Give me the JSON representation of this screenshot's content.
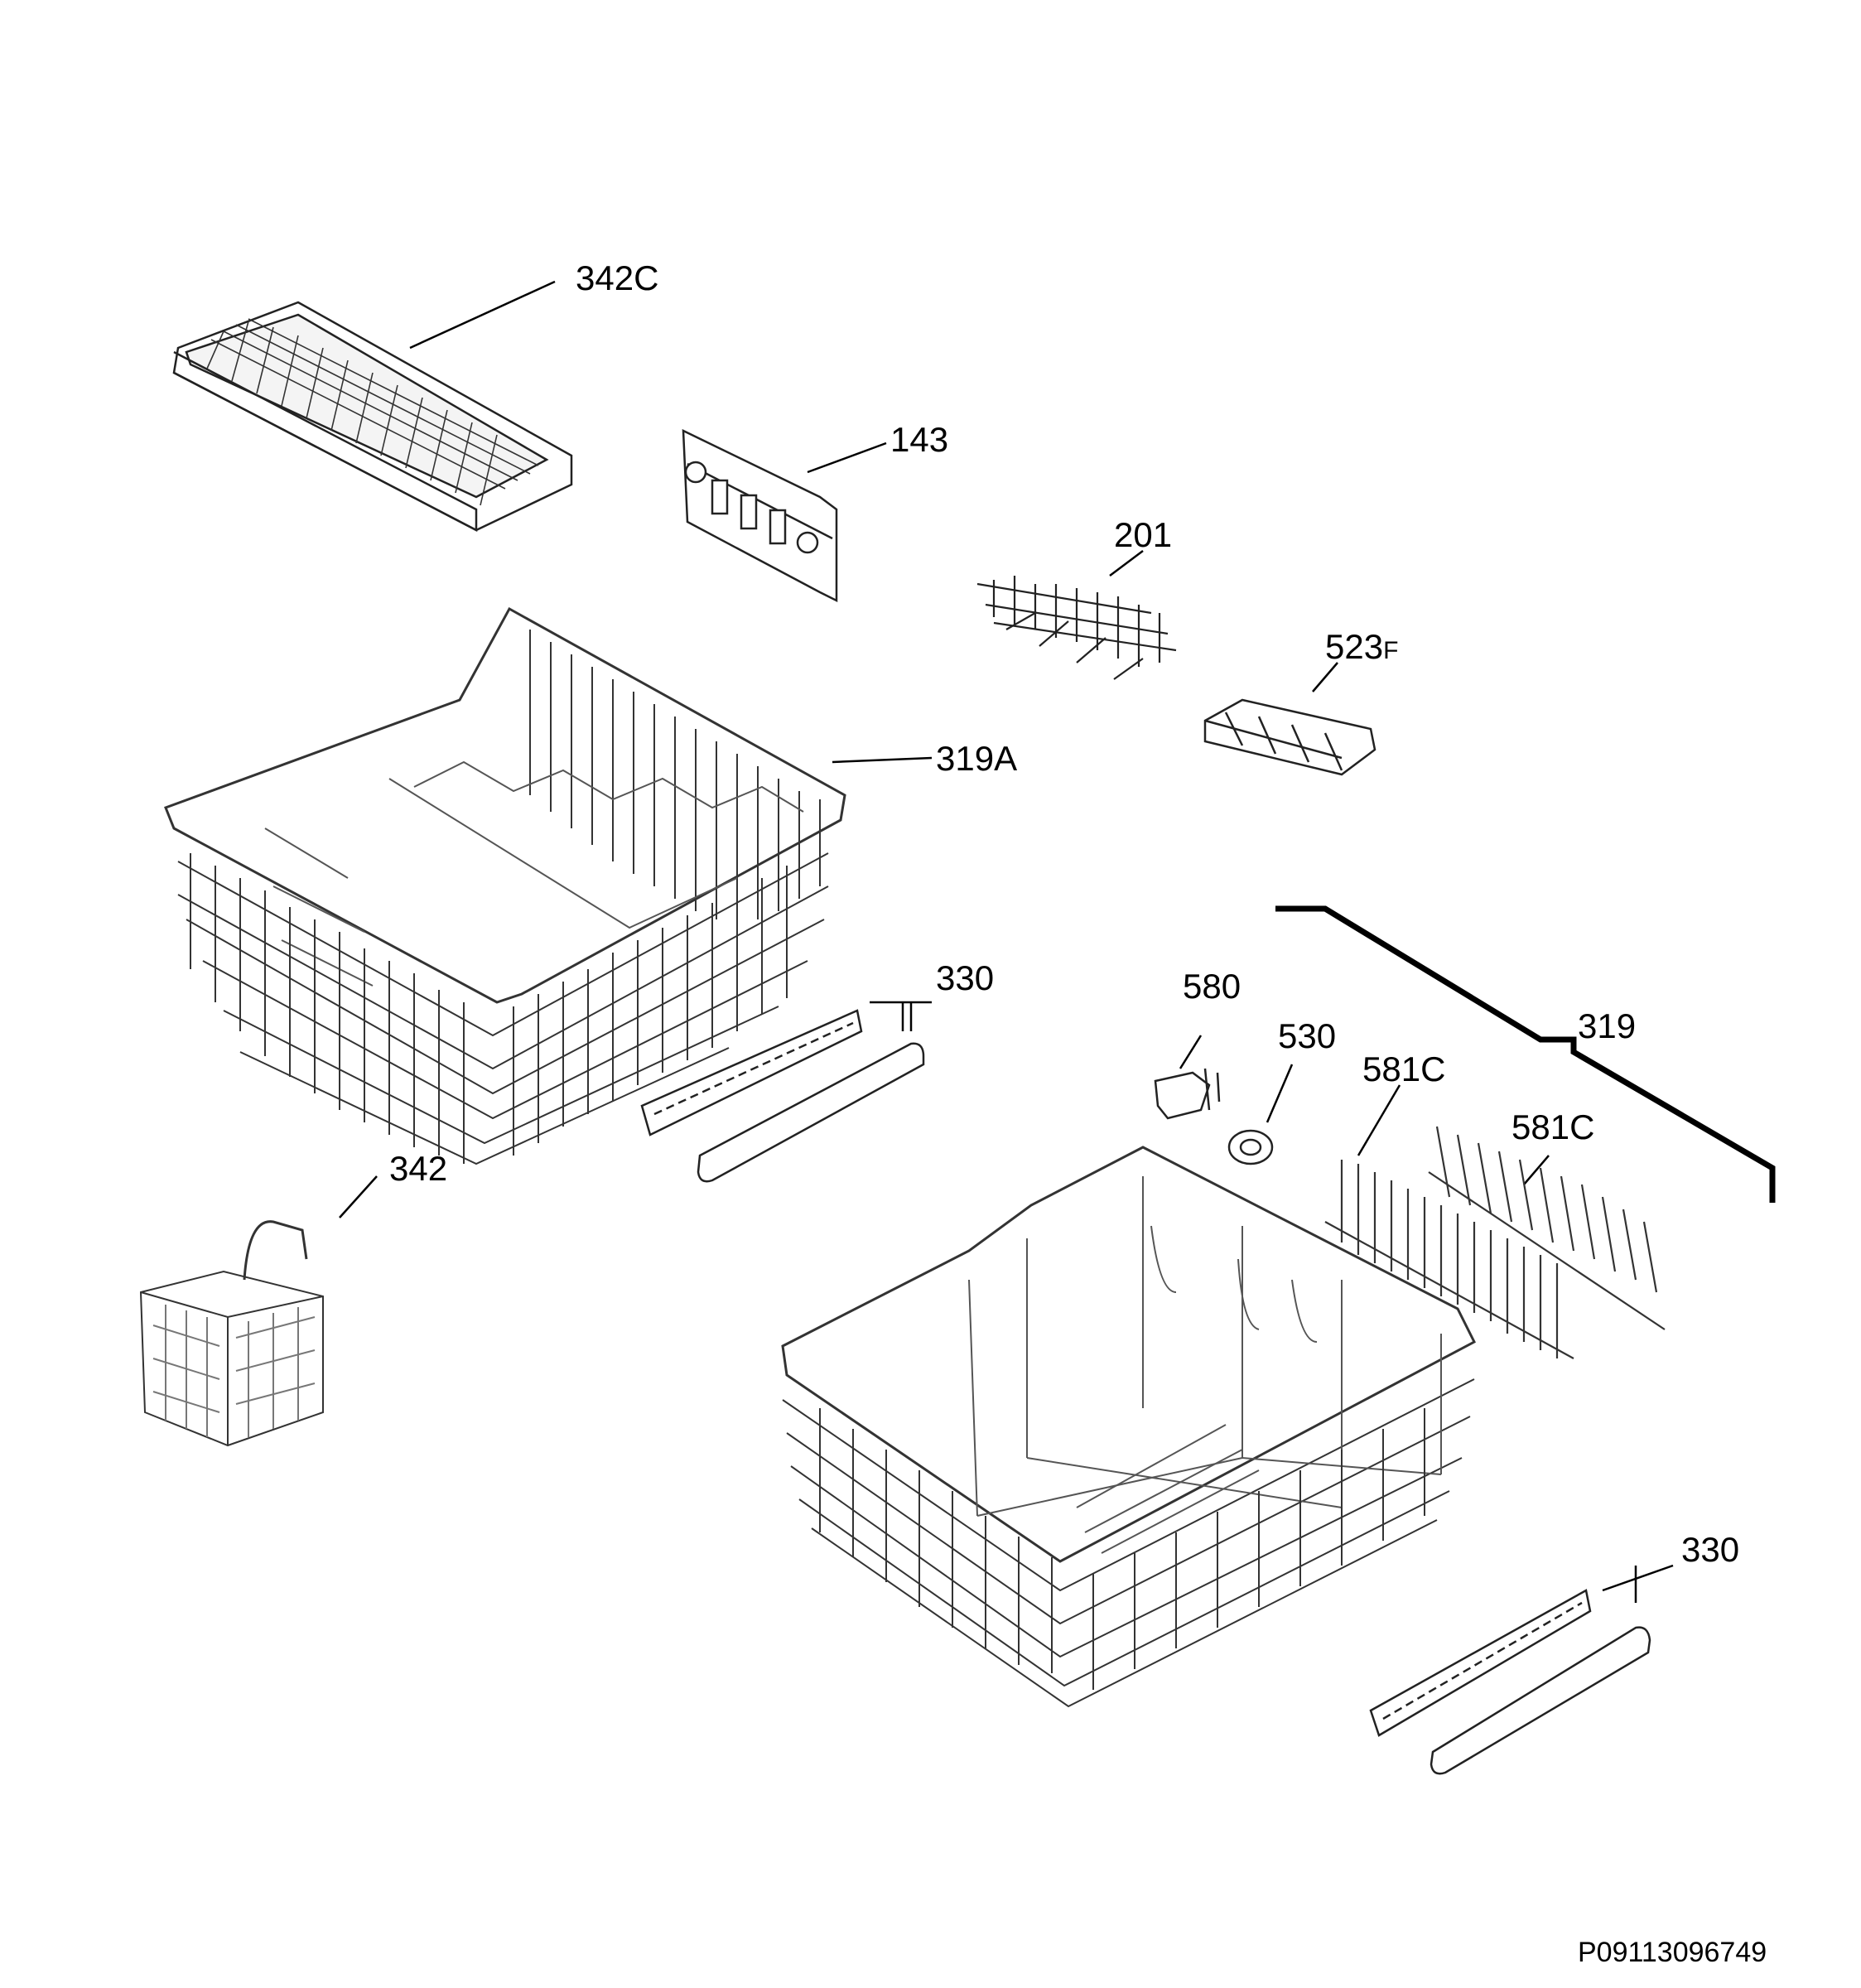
{
  "labels": {
    "part_342c": "342C",
    "part_143": "143",
    "part_201": "201",
    "part_523f_main": "523",
    "part_523f_suffix": "F",
    "part_319a": "319A",
    "part_330_upper": "330",
    "part_342": "342",
    "part_580": "580",
    "part_530": "530",
    "part_581c_left": "581C",
    "part_581c_right": "581C",
    "part_319": "319",
    "part_330_lower": "330"
  },
  "document_number": "P09113096749",
  "colors": {
    "ink": "#000000",
    "background": "#ffffff",
    "wire": "#333333"
  }
}
